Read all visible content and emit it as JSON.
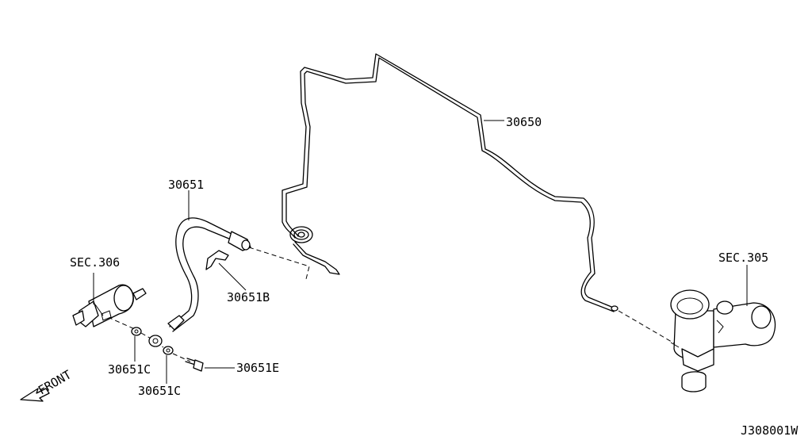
{
  "labels": {
    "pipe": "30650",
    "hose": "30651",
    "clip": "30651B",
    "washer_left": "30651C",
    "washer_right": "30651C",
    "bolt": "30651E",
    "sec_left": "SEC.306",
    "sec_right": "SEC.305",
    "front": "FRONT",
    "drawing_id": "J308001W"
  }
}
